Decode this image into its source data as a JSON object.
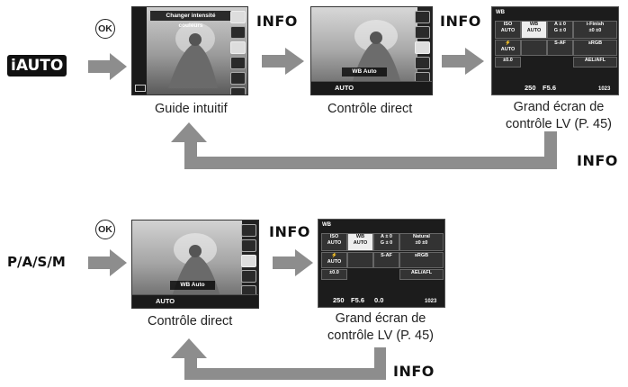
{
  "modes": {
    "iauto": "iAUTO",
    "pasm": "P/A/S/M"
  },
  "ok_label": "OK",
  "info_label": "INFO",
  "captions": {
    "guide": "Guide intuitif",
    "direct_top": "Contrôle direct",
    "lv_top_line1": "Grand écran de",
    "lv_top_line2": "contrôle LV (P. 45)",
    "direct_bottom": "Contrôle direct",
    "lv_bottom_line1": "Grand écran de",
    "lv_bottom_line2": "contrôle LV (P. 45)"
  },
  "screens": {
    "guide_bar": "Changer intensité couleurs",
    "direct_wb_label": "WB Auto",
    "lv": {
      "header": "WB",
      "iso": "ISO",
      "iso_val": "AUTO",
      "wb": "WB",
      "wb_val": "AUTO",
      "a_val": "A ± 0",
      "g_val": "G ± 0",
      "finish_top": "i-Finish",
      "finish_bottom": "Natural",
      "flash_val": "AUTO",
      "flash_comp": "±0.0",
      "af": "S-AF",
      "srgb": "sRGB",
      "aelafl": "AEL/AFL",
      "sh": "250",
      "fn": "F5.6",
      "ev": "0.0",
      "count": "1023"
    }
  }
}
